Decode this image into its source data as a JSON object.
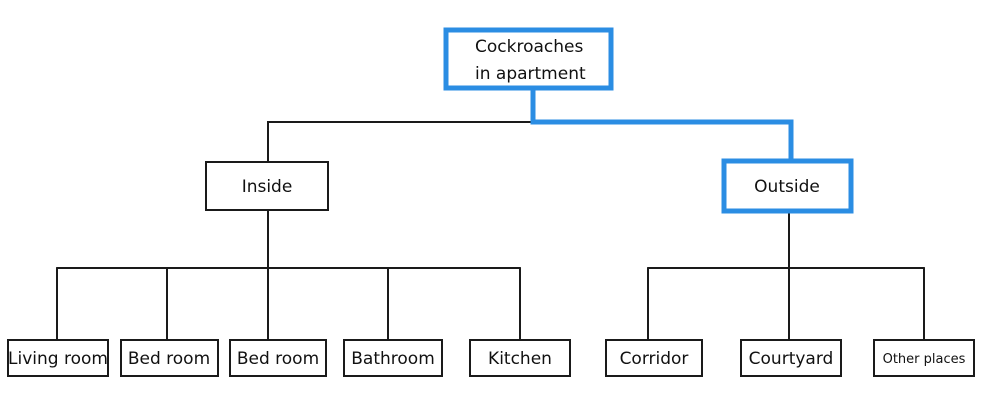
{
  "diagram": {
    "root": {
      "lines": [
        "Cockroaches",
        "in apartment"
      ],
      "highlighted": true
    },
    "branches": [
      {
        "label": "Inside",
        "highlighted": false,
        "children": [
          "Living room",
          "Bed room",
          "Bed room",
          "Bathroom",
          "Kitchen"
        ]
      },
      {
        "label": "Outside",
        "highlighted": true,
        "children": [
          "Corridor",
          "Courtyard",
          "Other places"
        ]
      }
    ]
  },
  "colors": {
    "highlight": "#2b8de3",
    "line": "#1a1a1a"
  }
}
